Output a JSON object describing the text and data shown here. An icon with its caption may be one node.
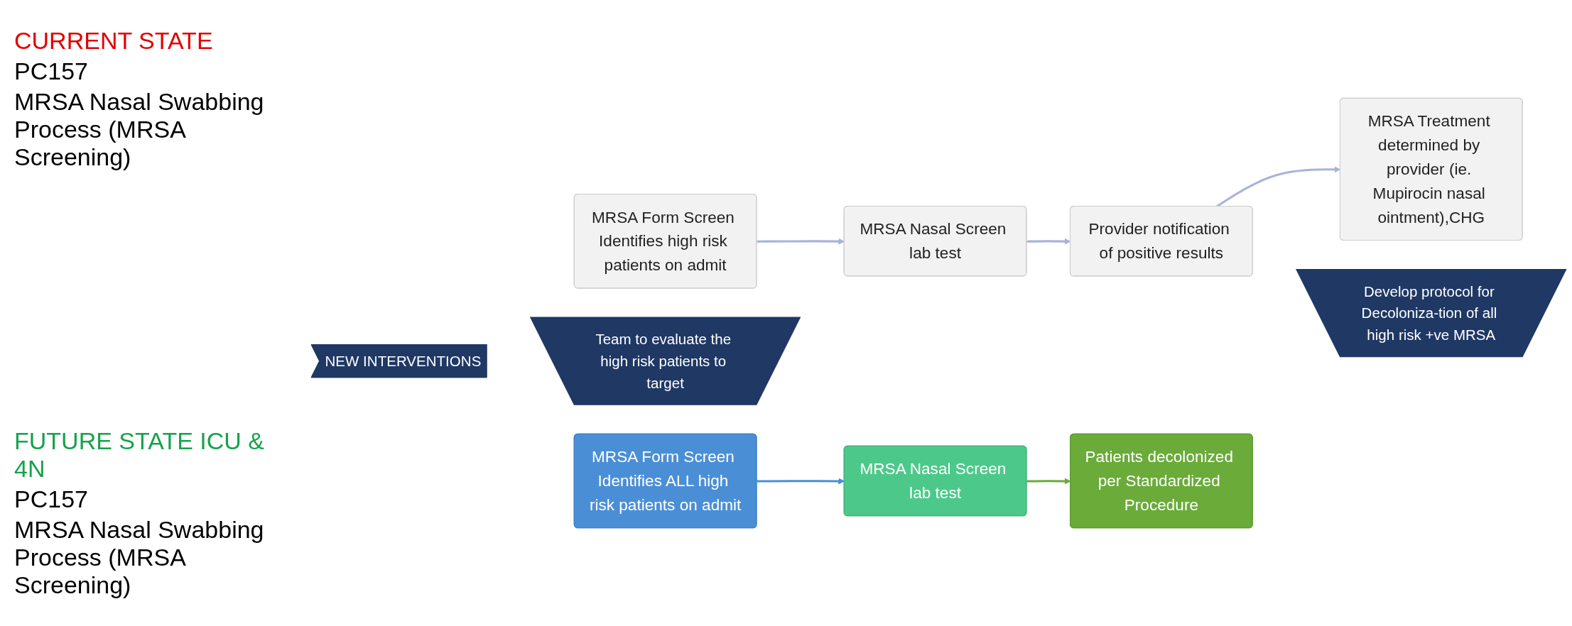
{
  "diagram": {
    "nodes": [
      {
        "text": [
          "MRSA Form Screen Identifies high risk patients on admit"
        ]
      },
      {
        "text": [
          "MRSA Nasal Screen lab test"
        ]
      },
      {
        "text": [
          "Provider notification of positive results"
        ]
      },
      {
        "text": [
          "MRSA Treatment determined by provider (ie. Mupirocin nasal ointment),CHG"
        ]
      },
      {
        "text": [
          "NEW INTERVENTIONS"
        ]
      },
      {
        "text": [
          "Team to evaluate the high risk patients to target"
        ]
      },
      {
        "text": [
          "Develop protocol for Decoloniza-tion of all high risk +ve MRSA"
        ]
      },
      {
        "text": [
          "MRSA Form Screen Identifies ALL high risk patients on admit"
        ]
      },
      {
        "text": [
          "MRSA Nasal Screen lab test"
        ]
      },
      {
        "text": [
          "Patients decolonized per Standardized Procedure"
        ]
      }
    ],
    "edges": [
      {
        "from": 0,
        "to": 1,
        "arrow": "to"
      },
      {
        "from": 1,
        "to": 2,
        "arrow": "to"
      },
      {
        "from": 2,
        "to": 3,
        "arrow": "to"
      },
      {
        "from": 7,
        "to": 8,
        "arrow": "to",
        "color": "#4a8fd6"
      },
      {
        "from": 8,
        "to": 9,
        "arrow": "to",
        "color": "#6aab3a"
      }
    ],
    "labels": [
      "CURRENT STATE",
      "PC157",
      "MRSA Nasal Swabbing Process (MRSA Screening)",
      "FUTURE STATE ICU & 4N",
      "PC157",
      "MRSA Nasal Swabbing Process (MRSA Screening)"
    ]
  }
}
